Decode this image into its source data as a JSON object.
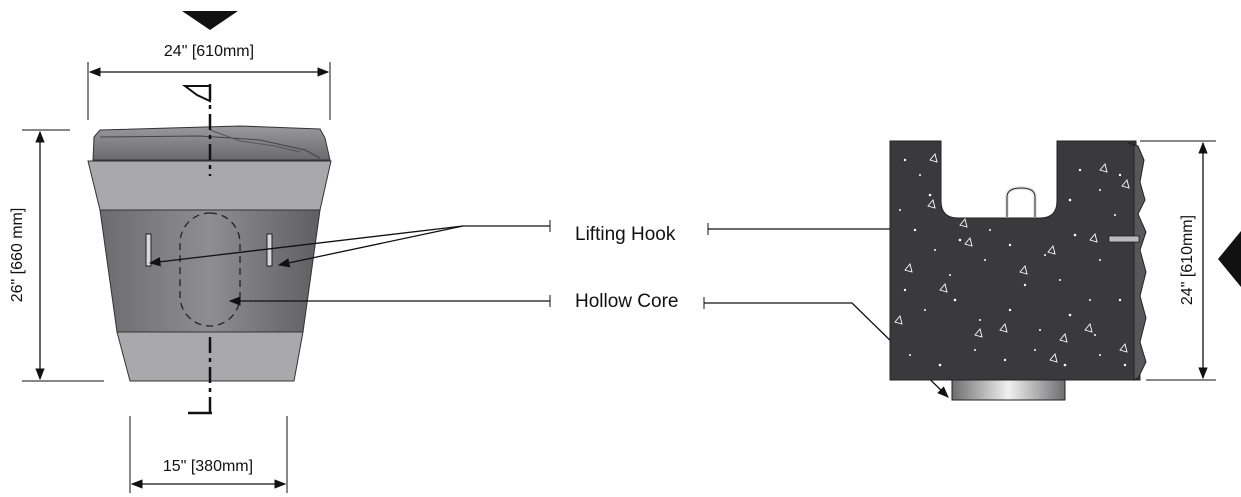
{
  "dimensions": {
    "top_width": "24\" [610mm]",
    "bottom_width": "15\" [380mm]",
    "left_height": "26\" [660 mm]",
    "right_height": "24\" [610mm]"
  },
  "callouts": {
    "lifting_hook": "Lifting Hook",
    "hollow_core": "Hollow Core"
  },
  "colors": {
    "concrete_dark": "#3a3a3c",
    "block_gray": "#a9a9ab",
    "band_dark": "#6e6e70",
    "line": "#111111"
  }
}
